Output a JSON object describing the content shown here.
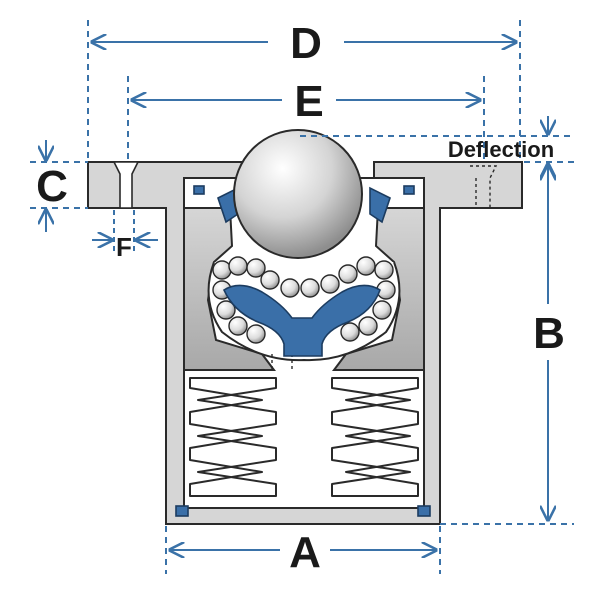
{
  "colors": {
    "dimension": "#3a72a8",
    "body": "#d8d8d8",
    "body_shade": "#b8b8b8",
    "seal": "#3a6fa8",
    "outline": "#2a2a2a",
    "ball_light": "#ffffff",
    "ball_dark": "#9c9c9c"
  },
  "labels": {
    "A": "A",
    "B": "B",
    "C": "C",
    "D": "D",
    "E": "E",
    "F": "F",
    "deflection": "Deflection"
  }
}
